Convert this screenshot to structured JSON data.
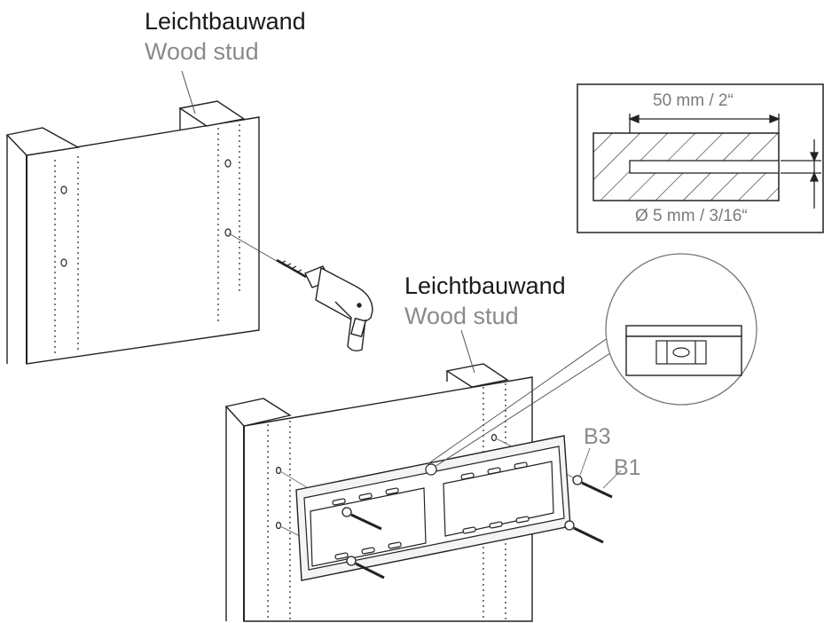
{
  "labels": {
    "top_wall_de": "Leichtbauwand",
    "top_wall_en": "Wood stud",
    "bottom_wall_de": "Leichtbauwand",
    "bottom_wall_en": "Wood stud"
  },
  "detail": {
    "depth": "50 mm / 2“",
    "diameter": "Ø 5 mm / 3/16“"
  },
  "parts": {
    "washer": "B3",
    "screw": "B1"
  }
}
